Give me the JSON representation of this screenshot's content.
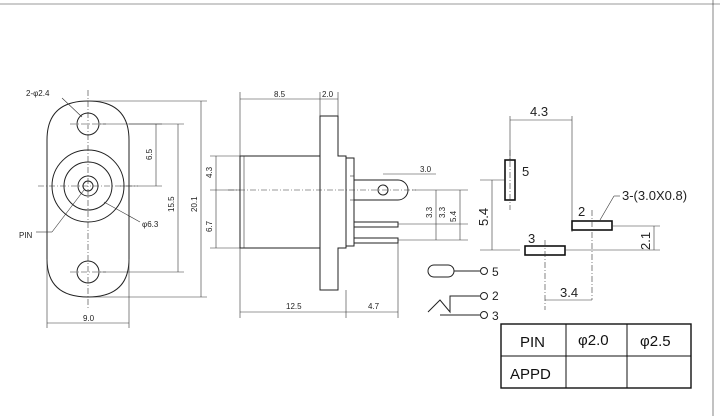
{
  "front_view": {
    "hole_label": "2-φ2.4",
    "pin_label": "PIN",
    "dim_6_5": "6.5",
    "dim_15_5": "15.5",
    "dim_20_1": "20.1",
    "dim_phi_6_3": "φ6.3",
    "dim_9_0": "9.0"
  },
  "side_view": {
    "dim_8_5": "8.5",
    "dim_2_0": "2.0",
    "dim_4_3": "4.3",
    "dim_6_7": "6.7",
    "dim_3_0": "3.0",
    "dim_3_3a": "3.3",
    "dim_3_3b": "3.3",
    "dim_5_4": "5.4",
    "dim_12_5": "12.5",
    "dim_4_7": "4.7"
  },
  "schematic": {
    "pin_5": "5",
    "pin_2": "2",
    "pin_3": "3"
  },
  "pin_layout": {
    "dim_4_3": "4.3",
    "dim_5_4": "5.4",
    "dim_3_4": "3.4",
    "dim_2_1": "2.1",
    "slot_label": "3-(3.0X0.8)",
    "pin_5": "5",
    "pin_2": "2",
    "pin_3": "3"
  },
  "spec_table": {
    "header_pin": "PIN",
    "header_phi20": "φ2.0",
    "header_phi25": "φ2.5",
    "row_label": "APPD",
    "cell_phi20": "",
    "cell_phi25": ""
  }
}
